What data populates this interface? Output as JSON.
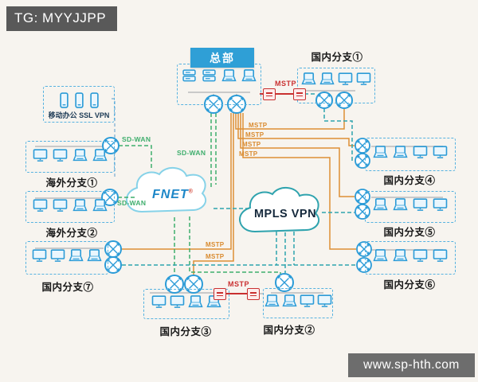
{
  "badge": {
    "text": "TG: MYYJJPP"
  },
  "watermark": {
    "text": "www.sp-hth.com"
  },
  "clouds": {
    "fnet": {
      "logo": "FNET",
      "mark": "®"
    },
    "mpls": {
      "label": "MPLS VPN"
    }
  },
  "links": {
    "mstp": "MSTP",
    "sdwan": "SD-WAN"
  },
  "colors": {
    "device_blue": "#2b9bd7",
    "mstp_orange": "#d98a2e",
    "sdwan_green": "#3fae6d",
    "mpls_teal": "#2fa3ae",
    "alert_red": "#c93030",
    "hq_header_blue": "#2f9fd6"
  },
  "branches": {
    "hq": {
      "title": "总部",
      "devices": [
        "server",
        "server",
        "laptop",
        "laptop"
      ]
    },
    "ssl": {
      "title": "移动办公 SSL VPN",
      "devices": [
        "phone",
        "phone",
        "phone"
      ]
    },
    "ov1": {
      "title": "海外分支①",
      "devices": [
        "monitor",
        "monitor",
        "laptop",
        "laptop"
      ]
    },
    "ov2": {
      "title": "海外分支②",
      "devices": [
        "monitor",
        "monitor",
        "laptop",
        "laptop"
      ]
    },
    "d1": {
      "title": "国内分支①",
      "devices": [
        "laptop",
        "laptop",
        "monitor",
        "monitor"
      ]
    },
    "d2": {
      "title": "国内分支②",
      "devices": [
        "laptop",
        "laptop",
        "monitor",
        "monitor"
      ]
    },
    "d3": {
      "title": "国内分支③",
      "devices": [
        "monitor",
        "monitor",
        "laptop",
        "laptop"
      ]
    },
    "d4": {
      "title": "国内分支④",
      "devices": [
        "laptop",
        "laptop",
        "monitor",
        "monitor"
      ]
    },
    "d5": {
      "title": "国内分支⑤",
      "devices": [
        "laptop",
        "laptop",
        "monitor",
        "monitor"
      ]
    },
    "d6": {
      "title": "国内分支⑥",
      "devices": [
        "laptop",
        "laptop",
        "monitor",
        "monitor"
      ]
    },
    "d7": {
      "title": "国内分支⑦",
      "devices": [
        "monitor",
        "monitor",
        "laptop",
        "laptop"
      ]
    }
  }
}
